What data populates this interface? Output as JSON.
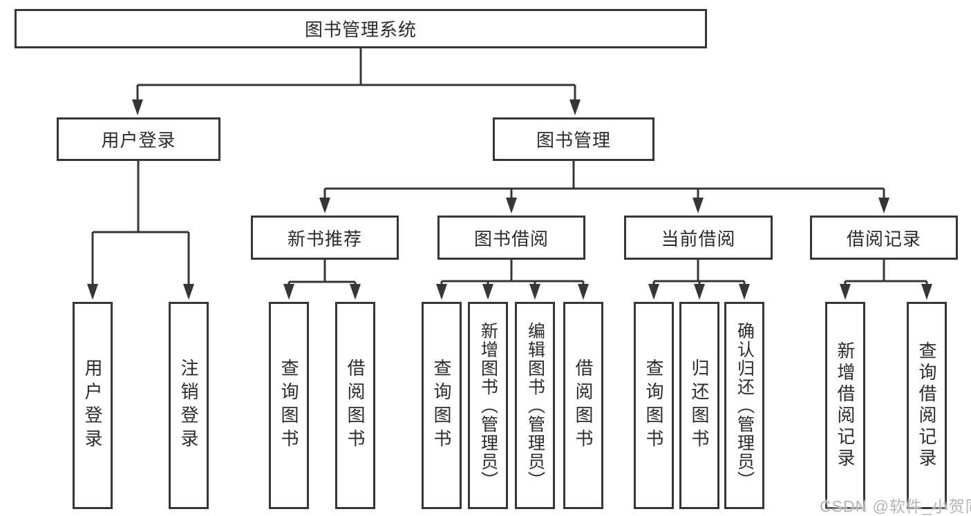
{
  "diagram_title": "图书管理系统",
  "colors": {
    "line": "#363636",
    "box_border": "#363636",
    "text": "#2b2b2b",
    "background": "#ffffff",
    "watermark": "#b3b3b3"
  },
  "nodes": {
    "root": "图书管理系统",
    "level2": {
      "user_login": "用户登录",
      "book_mgmt": "图书管理"
    },
    "level3": {
      "new_book_rec": "新书推荐",
      "book_borrow": "图书借阅",
      "current_borrow": "当前借阅",
      "borrow_records": "借阅记录"
    },
    "leaves": {
      "user_login_login": "用户登录",
      "user_login_logout": "注销登录",
      "rec_query_books": "查询图书",
      "rec_borrow_books": "借阅图书",
      "bb_query_books": "查询图书",
      "bb_add_books": "新增图书（管理员）",
      "bb_edit_books": "编辑图书（管理员）",
      "bb_borrow_books": "借阅图书",
      "cb_query_books": "查询图书",
      "cb_return_books": "归还图书",
      "cb_confirm_return": "确认归还（管理员）",
      "br_add_record": "新增借阅记录",
      "br_query_record": "查询借阅记录"
    }
  },
  "watermark": "CSDN @软件_小贺同学"
}
